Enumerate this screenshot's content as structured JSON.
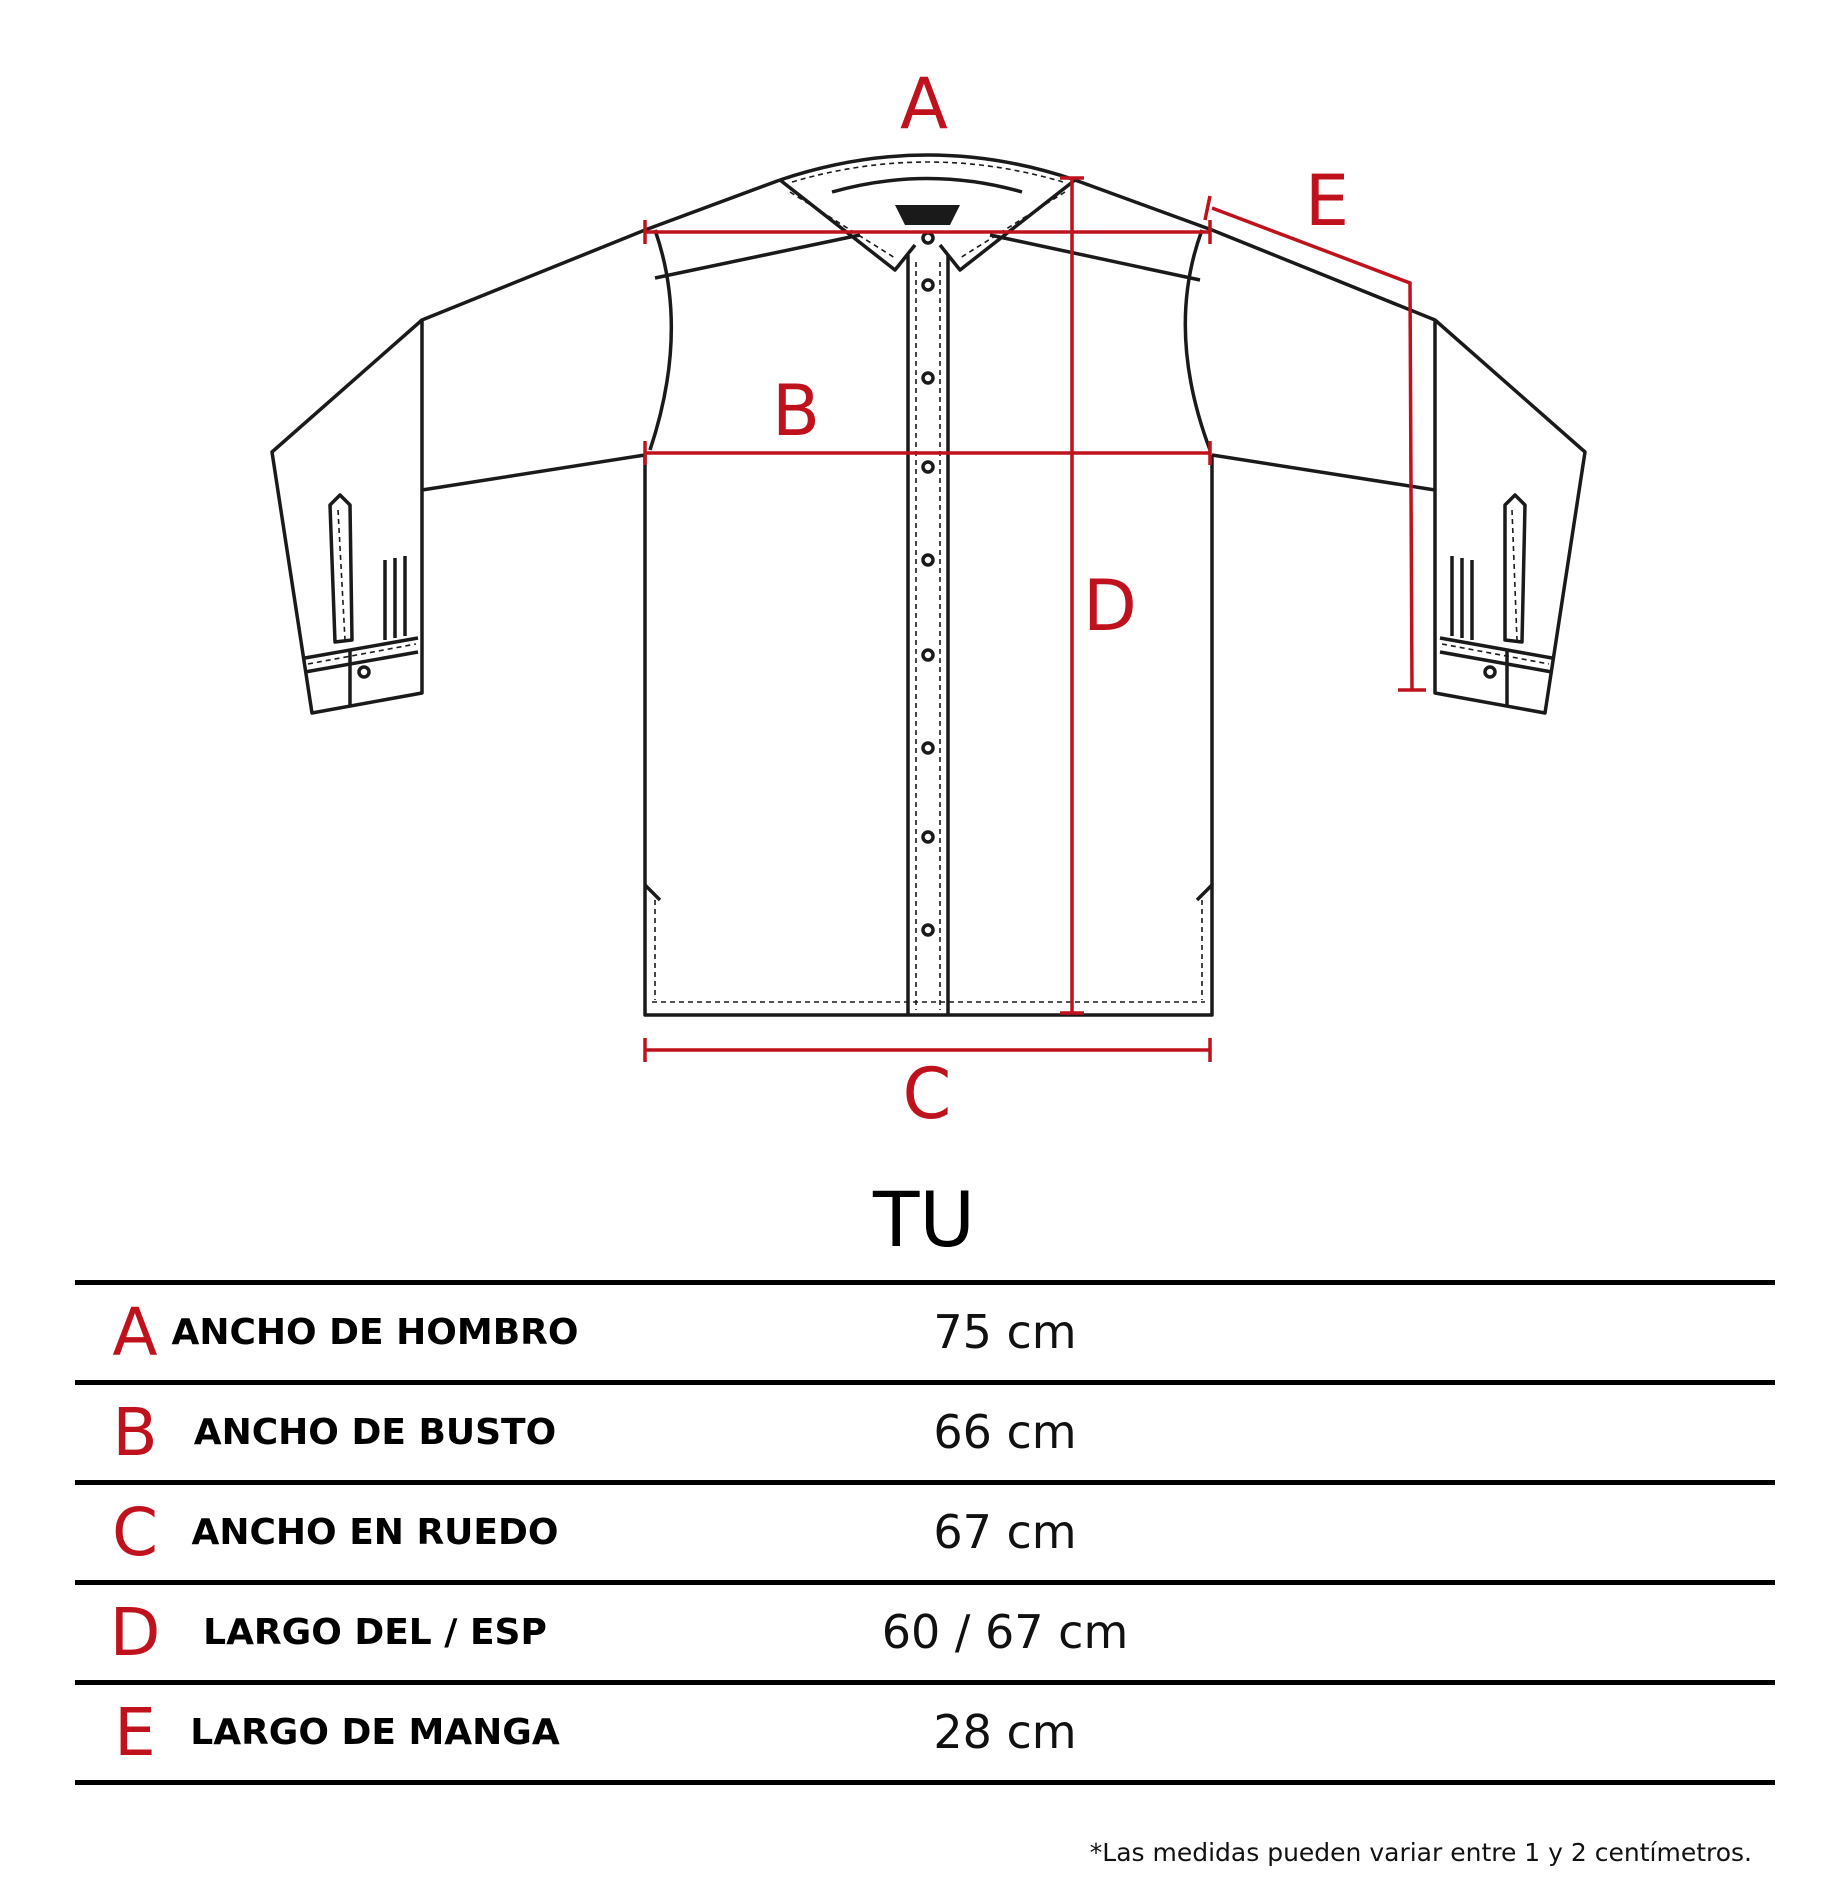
{
  "diagram": {
    "measure_labels": [
      "A",
      "B",
      "C",
      "D",
      "E"
    ],
    "label_color": "#c0121d",
    "line_color": "#1a1a1a"
  },
  "table": {
    "size_header": "TU",
    "rows": [
      {
        "letter": "A",
        "name": "ANCHO DE HOMBRO",
        "value": "75 cm"
      },
      {
        "letter": "B",
        "name": "ANCHO DE BUSTO",
        "value": "66 cm"
      },
      {
        "letter": "C",
        "name": "ANCHO EN RUEDO",
        "value": "67 cm"
      },
      {
        "letter": "D",
        "name": "LARGO DEL / ESP",
        "value": "60 / 67 cm"
      },
      {
        "letter": "E",
        "name": "LARGO DE MANGA",
        "value": "28 cm"
      }
    ]
  },
  "footnote": "*Las medidas pueden variar entre 1 y 2 centímetros."
}
